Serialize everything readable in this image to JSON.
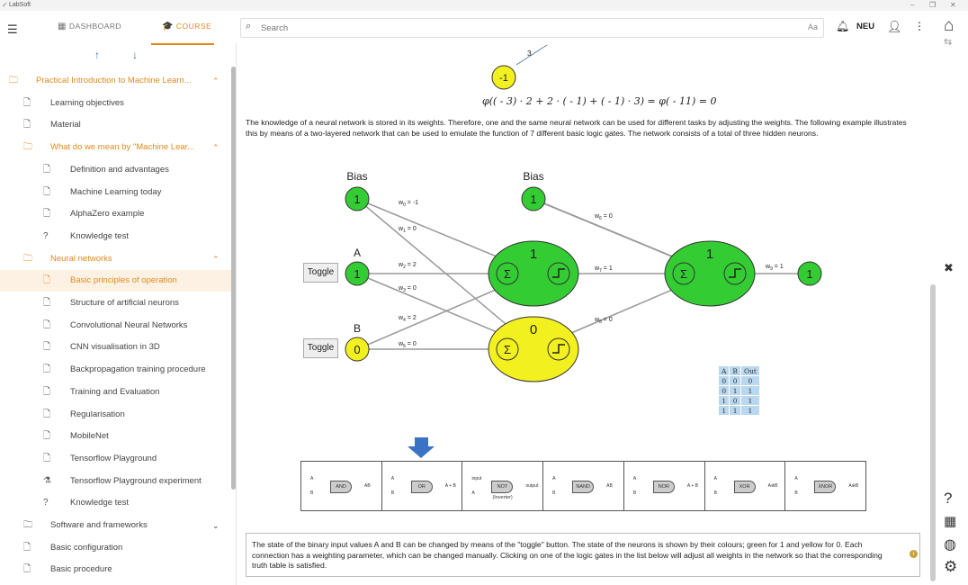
{
  "titlebar": {
    "app": "LabSoft",
    "minimize": "–",
    "restore": "❐",
    "close": "✕"
  },
  "nav": {
    "dashboard": "DASHBOARD",
    "course": "COURSE"
  },
  "tree": [
    {
      "label": "Practical Introduction to Machine Learn...",
      "icon": "folder",
      "level": 0,
      "style": "orange",
      "chev": "up"
    },
    {
      "label": "Learning objectives",
      "icon": "page",
      "level": 1,
      "style": "normal"
    },
    {
      "label": "Material",
      "icon": "page",
      "level": 1,
      "style": "normal"
    },
    {
      "label": "What do we mean by \"Machine Lear...",
      "icon": "folder",
      "level": 1,
      "style": "orange",
      "chev": "up"
    },
    {
      "label": "Definition and advantages",
      "icon": "page",
      "level": 2,
      "style": "normal"
    },
    {
      "label": "Machine Learning today",
      "icon": "page",
      "level": 2,
      "style": "normal"
    },
    {
      "label": "AlphaZero example",
      "icon": "page",
      "level": 2,
      "style": "normal"
    },
    {
      "label": "Knowledge test",
      "icon": "quiz",
      "level": 2,
      "style": "normal"
    },
    {
      "label": "Neural networks",
      "icon": "folder",
      "level": 1,
      "style": "orange",
      "chev": "up"
    },
    {
      "label": "Basic principles of operation",
      "icon": "page",
      "level": 2,
      "style": "sel"
    },
    {
      "label": "Structure of artificial neurons",
      "icon": "page",
      "level": 2,
      "style": "normal"
    },
    {
      "label": "Convolutional Neural Networks",
      "icon": "page",
      "level": 2,
      "style": "normal"
    },
    {
      "label": "CNN visualisation in 3D",
      "icon": "page",
      "level": 2,
      "style": "normal"
    },
    {
      "label": "Backpropagation training procedure",
      "icon": "page",
      "level": 2,
      "style": "normal"
    },
    {
      "label": "Training and Evaluation",
      "icon": "page",
      "level": 2,
      "style": "normal"
    },
    {
      "label": "Regularisation",
      "icon": "page",
      "level": 2,
      "style": "normal"
    },
    {
      "label": "MobileNet",
      "icon": "page",
      "level": 2,
      "style": "normal"
    },
    {
      "label": "Tensorflow Playground",
      "icon": "page",
      "level": 2,
      "style": "normal"
    },
    {
      "label": "Tensorflow Playground experiment",
      "icon": "flask",
      "level": 2,
      "style": "normal"
    },
    {
      "label": "Knowledge test",
      "icon": "quiz",
      "level": 2,
      "style": "normal"
    },
    {
      "label": "Software and frameworks",
      "icon": "folder",
      "level": 1,
      "style": "normal",
      "chev": "down"
    },
    {
      "label": "Basic configuration",
      "icon": "page",
      "level": 1,
      "style": "normal"
    },
    {
      "label": "Basic procedure",
      "icon": "page",
      "level": 1,
      "style": "normal"
    }
  ],
  "search": {
    "placeholder": "Search",
    "aa": "Aa"
  },
  "topbar": {
    "user_label": "NEU"
  },
  "content": {
    "top_node_value": "-1",
    "top_weight": "3",
    "formula": "φ(( - 3) · 2 + 2 · ( - 1) + ( - 1) · 3) = φ( - 11) = 0",
    "paragraph": "The knowledge of a neural network is stored in its weights. Therefore, one and the same neural network can be used for different tasks by adjusting the weights. The following example illustrates this by means of a two-layered network that can be used to emulate the function of 7 different basic logic gates. The network consists of a total of three hidden neurons.",
    "note": "The state of the binary input values A and B can be changed by means of the \"toggle\" button. The state of the neurons is shown by their colours; green for 1 and yellow for 0. Each connection has a weighting parameter, which can be changed manually. Clicking on one of the logic gates in the list below will adjust all weights in the network so that the corresponding truth table is satisfied."
  },
  "network": {
    "bias_label": "Bias",
    "input_a_label": "A",
    "input_b_label": "B",
    "toggle_label": "Toggle",
    "bias1_value": "1",
    "bias2_value": "1",
    "a_value": "1",
    "b_value": "0",
    "h1_value": "1",
    "h2_value": "0",
    "out_hidden_value": "1",
    "output_value": "1",
    "sum_symbol": "Σ",
    "weights": [
      {
        "name": "w0",
        "value": "-1"
      },
      {
        "name": "w1",
        "value": "0"
      },
      {
        "name": "w2",
        "value": "2"
      },
      {
        "name": "w3",
        "value": "0"
      },
      {
        "name": "w4",
        "value": "2"
      },
      {
        "name": "w5",
        "value": "0"
      },
      {
        "name": "w6",
        "value": "0"
      },
      {
        "name": "w7",
        "value": "1"
      },
      {
        "name": "w8",
        "value": "0"
      },
      {
        "name": "w9",
        "value": "1"
      }
    ],
    "colors": {
      "one": "#33cc33",
      "zero": "#f2f01e"
    }
  },
  "truth_table": {
    "headers": [
      "A",
      "B",
      "Out"
    ],
    "rows": [
      [
        "0",
        "0",
        "0"
      ],
      [
        "0",
        "1",
        "1"
      ],
      [
        "1",
        "0",
        "1"
      ],
      [
        "1",
        "1",
        "1"
      ]
    ]
  },
  "gates": [
    {
      "label": "AND",
      "output": "AB",
      "in_a": "A",
      "in_b": "B"
    },
    {
      "label": "OR",
      "output": "A + B",
      "in_a": "A",
      "in_b": "B"
    },
    {
      "label": "NOT (Inverter)",
      "output": "output",
      "in_a": "input",
      "in_b": "A"
    },
    {
      "label": "NAND",
      "output": "AB",
      "in_a": "A",
      "in_b": "B"
    },
    {
      "label": "NOR",
      "output": "A + B",
      "in_a": "A",
      "in_b": "B"
    },
    {
      "label": "XOR",
      "output": "A⊕B",
      "in_a": "A",
      "in_b": "B"
    },
    {
      "label": "XNOR",
      "output": "A⊕B",
      "in_a": "A",
      "in_b": "B"
    }
  ]
}
